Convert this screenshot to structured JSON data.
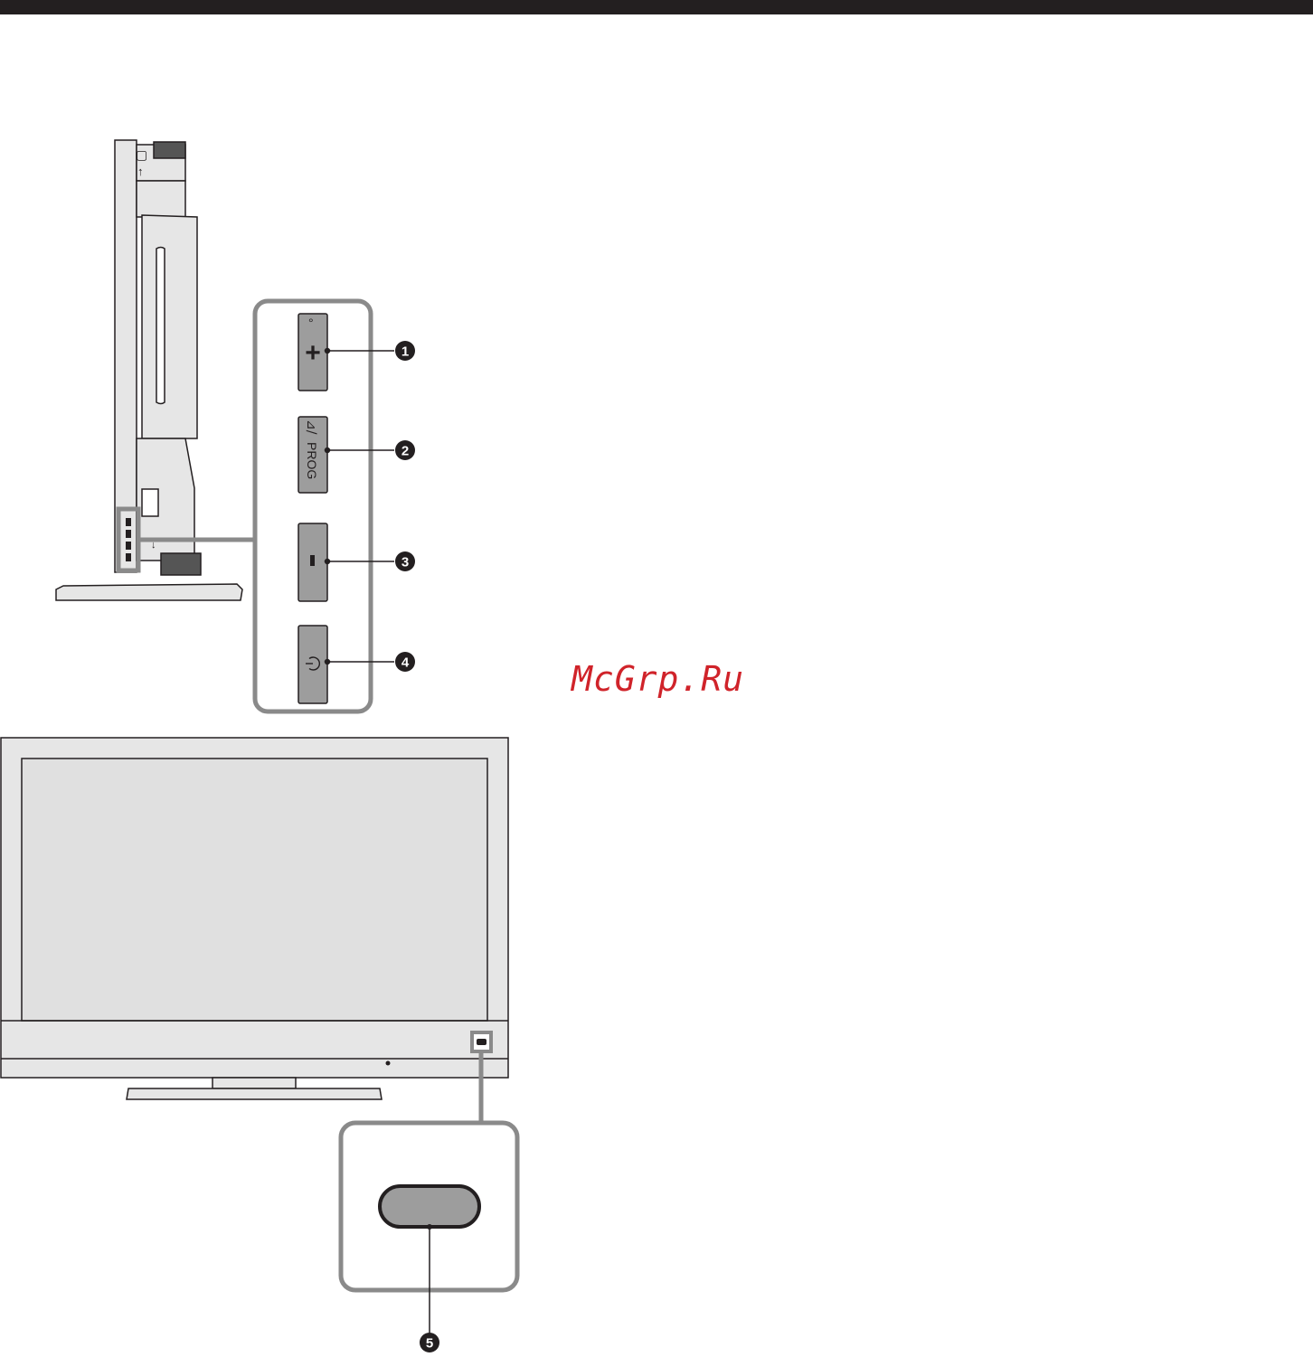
{
  "watermark": "McGrp.Ru",
  "buttons": [
    {
      "callout": "1",
      "label": "+",
      "dot": "°"
    },
    {
      "callout": "2",
      "label": "PROG",
      "icon": "input-select-icon"
    },
    {
      "callout": "3",
      "label": "–"
    },
    {
      "callout": "4",
      "icon": "power-icon"
    }
  ],
  "front_callout": "5",
  "colors": {
    "frame_gray": "#8a8a8a",
    "button_gray": "#9d9d9d",
    "panel_gray": "#e0e0e0",
    "outline": "#231f20",
    "watermark_red": "#d0232a"
  }
}
